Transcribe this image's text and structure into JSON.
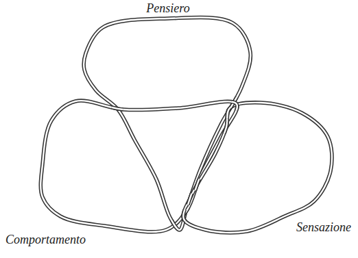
{
  "diagram": {
    "nodes": [
      {
        "text": [
          "Pensiero"
        ]
      },
      {
        "text": [
          "Comportamento"
        ]
      },
      {
        "text": [
          "Sensazione"
        ]
      }
    ]
  }
}
